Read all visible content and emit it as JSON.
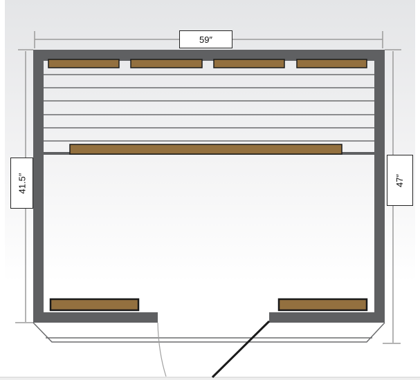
{
  "dimensions": {
    "width_label": "59″",
    "left_depth_label": "41.5″",
    "right_depth_label": "47″"
  },
  "colors": {
    "wall": "#5f6062",
    "bench": "#93703f",
    "bench_outline": "#1a1a1a",
    "dimension_line": "#9a9a9a",
    "door": "#1a1a1a"
  }
}
